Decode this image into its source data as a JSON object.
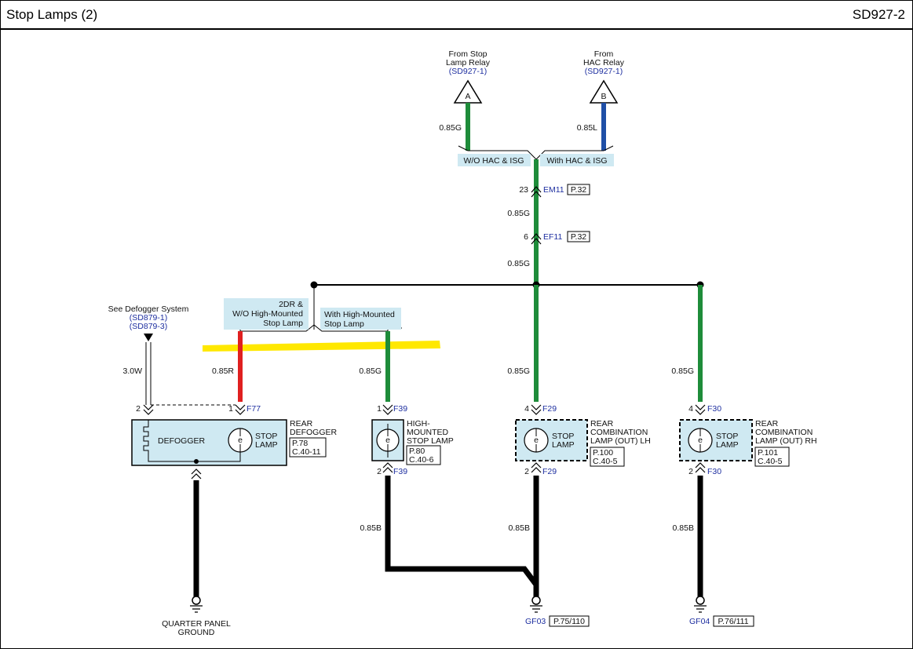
{
  "header": {
    "title": "Stop Lamps (2)",
    "code": "SD927-2"
  },
  "sources": [
    {
      "lines": [
        "From Stop",
        "Lamp Relay"
      ],
      "ref": "(SD927-1)",
      "letter": "A",
      "wire": "0.85G"
    },
    {
      "lines": [
        "From",
        "HAC Relay"
      ],
      "ref": "(SD927-1)",
      "letter": "B",
      "wire": "0.85L"
    }
  ],
  "options": {
    "wo_hac": "W/O HAC & ISG",
    "with_hac": "With HAC & ISG"
  },
  "connectors": {
    "em11": {
      "pin": "23",
      "name": "EM11",
      "page": "P.32"
    },
    "ef11": {
      "pin": "6",
      "name": "EF11",
      "page": "P.32"
    }
  },
  "wires": {
    "main1": "0.85G",
    "main2": "0.85G"
  },
  "defogger_ref": {
    "title": "See Defogger System",
    "refs": [
      "(SD879-1)",
      "(SD879-3)"
    ],
    "wire": "3.0W",
    "pin": "2"
  },
  "branch_labels": {
    "left": [
      "2DR &",
      "W/O High-Mounted",
      "Stop Lamp"
    ],
    "right": [
      "With High-Mounted",
      "Stop Lamp"
    ]
  },
  "rear_defogger": {
    "wire": "0.85R",
    "pin": "1",
    "conn": "F77",
    "title": [
      "REAR",
      "DEFOGGER"
    ],
    "page": "P.78",
    "conn_page": "C.40-11",
    "defogger_label": "DEFOGGER",
    "lamp_label": [
      "STOP",
      "LAMP"
    ],
    "ground": [
      "QUARTER PANEL",
      "GROUND"
    ]
  },
  "hmsl": {
    "wire_in": "0.85G",
    "pin_in": "1",
    "conn": "F39",
    "title": [
      "HIGH-",
      "MOUNTED",
      "STOP LAMP"
    ],
    "page": "P.80",
    "conn_page": "C.40-6",
    "pin_out": "2",
    "wire_out": "0.85B"
  },
  "lh": {
    "wire_in": "0.85G",
    "pin_in": "4",
    "conn": "F29",
    "title": [
      "REAR",
      "COMBINATION",
      "LAMP (OUT) LH"
    ],
    "page": "P.100",
    "conn_page": "C.40-5",
    "lamp_label": [
      "STOP",
      "LAMP"
    ],
    "pin_out": "2",
    "wire_out": "0.85B",
    "ground": "GF03",
    "ground_page": "P.75/110"
  },
  "rh": {
    "wire_in": "0.85G",
    "pin_in": "4",
    "conn": "F30",
    "title": [
      "REAR",
      "COMBINATION",
      "LAMP (OUT) RH"
    ],
    "page": "P.101",
    "conn_page": "C.40-5",
    "lamp_label": [
      "STOP",
      "LAMP"
    ],
    "pin_out": "2",
    "wire_out": "0.85B",
    "ground": "GF04",
    "ground_page": "P.76/111"
  },
  "colors": {
    "green": "#1e8c3a",
    "blue": "#1f4fa6",
    "red": "#e02020",
    "black": "#000000",
    "box_fill": "#cfe9f2",
    "highlight": "#ffe800",
    "ref_blue": "#1e2fa0"
  }
}
